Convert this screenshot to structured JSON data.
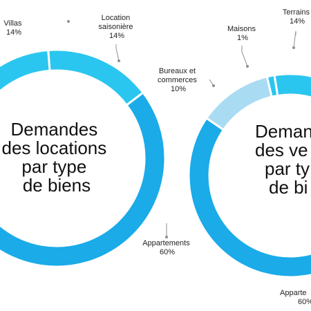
{
  "colors": {
    "light": "#2bc6ef",
    "medium": "#1aabe8",
    "pale": "#a9dcf3",
    "separator": "#ffffff",
    "leader": "#8e8e8e"
  },
  "chart_data": [
    {
      "type": "pie",
      "style": "donut",
      "title_lines": [
        "Demandes",
        "des locations",
        "par type",
        "de biens"
      ],
      "slices": [
        {
          "label": "Villas",
          "pct_text": "14%",
          "value": 14,
          "color_key": "light"
        },
        {
          "label": "Location saisonière",
          "label_lines": [
            "Location",
            "saisonière"
          ],
          "pct_text": "14%",
          "value": 14,
          "color_key": "light"
        },
        {
          "label": "Appartements",
          "pct_text": "60%",
          "value": 60,
          "color_key": "medium"
        }
      ]
    },
    {
      "type": "pie",
      "style": "donut",
      "title_lines": [
        "Deman",
        "des ve",
        "par ty",
        "de bi"
      ],
      "slices": [
        {
          "label": "Terrains",
          "pct_text": "14%",
          "value": 14,
          "color_key": "light"
        },
        {
          "label": "Maisons",
          "pct_text": "1%",
          "value": 1,
          "color_key": "light"
        },
        {
          "label": "Bureaux et commerces",
          "label_lines": [
            "Bureaux et",
            "commerces"
          ],
          "pct_text": "10%",
          "value": 10,
          "color_key": "pale"
        },
        {
          "label": "Appartements",
          "label_lines": [
            "Apparte"
          ],
          "pct_text": "60%",
          "value": 60,
          "color_key": "medium"
        }
      ]
    }
  ]
}
